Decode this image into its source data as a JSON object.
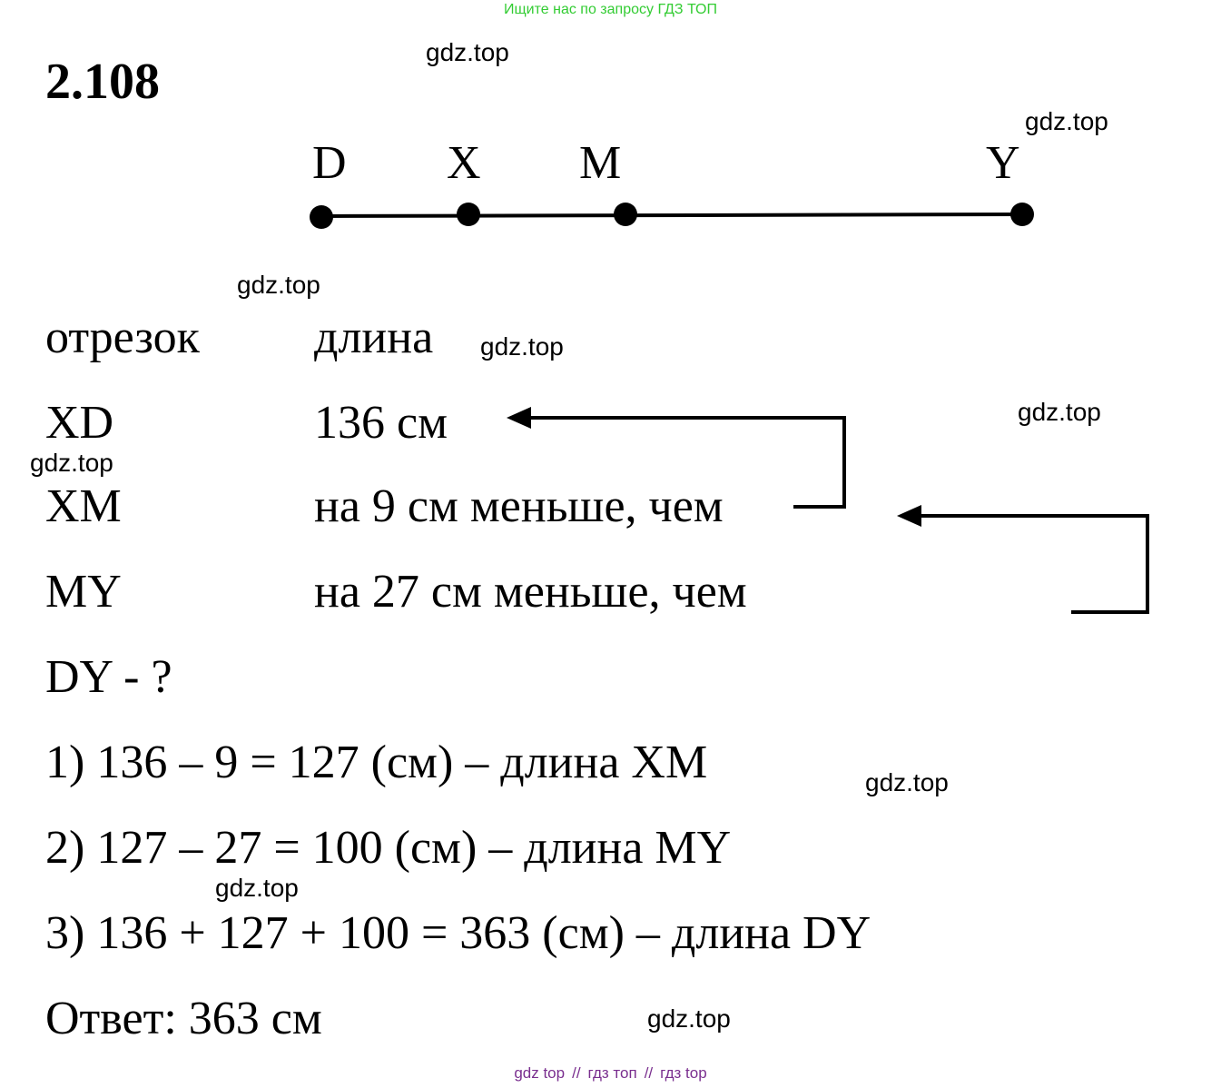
{
  "header": {
    "search_note": "Ищите нас по запросу ГДЗ ТОП"
  },
  "task": {
    "number": "2.108"
  },
  "diagram": {
    "points": [
      {
        "label": "D"
      },
      {
        "label": "X"
      },
      {
        "label": "M"
      },
      {
        "label": "Y"
      }
    ]
  },
  "table": {
    "header_col1": "отрезок",
    "header_col2": "длина",
    "rows": [
      {
        "segment": "XD",
        "length": "136 см"
      },
      {
        "segment": "XM",
        "length": "на 9 см меньше, чем"
      },
      {
        "segment": "MY",
        "length": "на 27 см меньше, чем"
      }
    ],
    "question": "DY - ?"
  },
  "solution": {
    "steps": [
      "1) 136 – 9 = 127 (см) – длина XM",
      "2) 127 – 27 = 100 (см) – длина MY",
      "3) 136 + 127 + 100 = 363 (см) – длина DY"
    ],
    "answer": "Ответ: 363 см"
  },
  "watermarks": [
    "gdz.top",
    "gdz.top",
    "gdz.top",
    "gdz.top",
    "gdz.top",
    "gdz.top",
    "gdz.top",
    "gdz.top",
    "gdz.top"
  ],
  "footer": {
    "link1": "gdz top",
    "sep1": "//",
    "link2": "гдз топ",
    "sep2": "//",
    "link3": "гдз top"
  },
  "colors": {
    "header_note": "#33cc33",
    "footer_links": "#7a2f8f",
    "ink": "#000000"
  }
}
